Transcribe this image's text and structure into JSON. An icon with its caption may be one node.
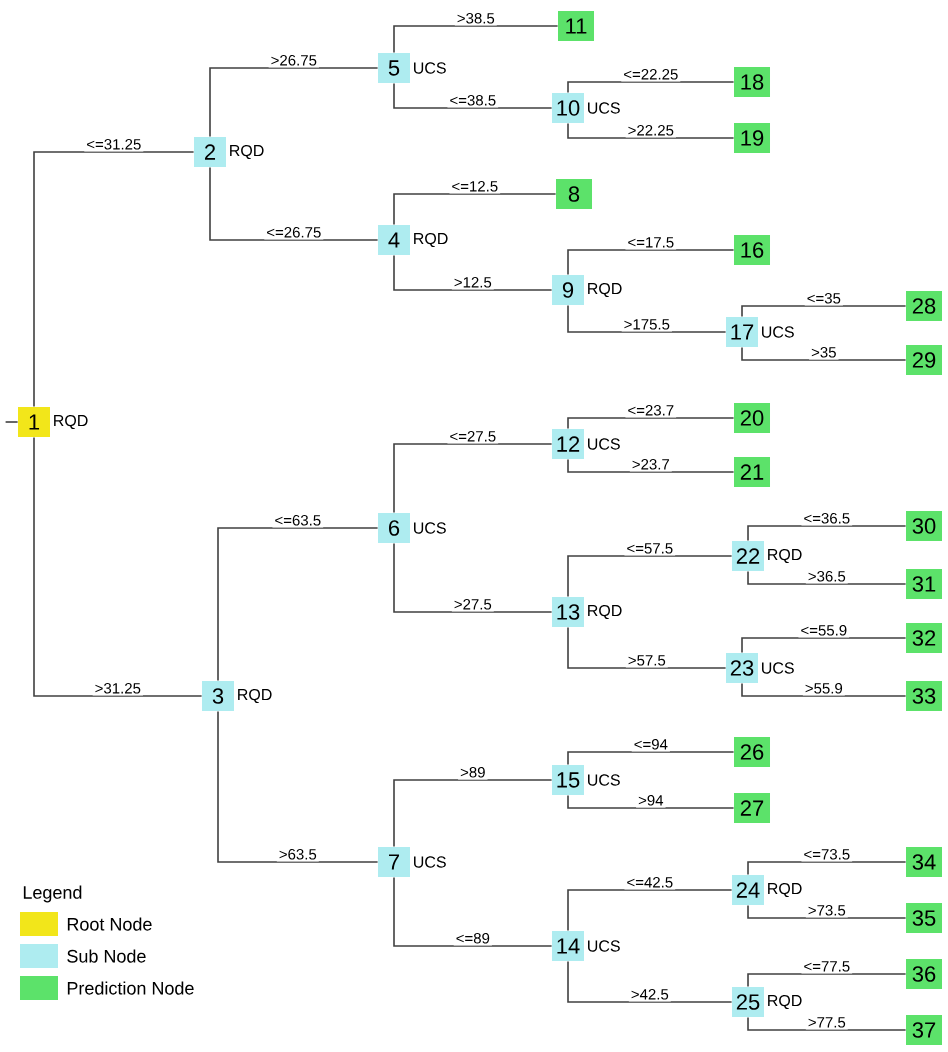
{
  "diagram": {
    "nodes": [
      {
        "text": [
          "1"
        ],
        "beside": [
          "RQD"
        ]
      },
      {
        "text": [
          "2"
        ],
        "beside": [
          "RQD"
        ]
      },
      {
        "text": [
          "3"
        ],
        "beside": [
          "RQD"
        ]
      },
      {
        "text": [
          "4"
        ],
        "beside": [
          "RQD"
        ]
      },
      {
        "text": [
          "5"
        ],
        "beside": [
          "UCS"
        ]
      },
      {
        "text": [
          "6"
        ],
        "beside": [
          "UCS"
        ]
      },
      {
        "text": [
          "7"
        ],
        "beside": [
          "UCS"
        ]
      },
      {
        "text": [
          "8"
        ]
      },
      {
        "text": [
          "9"
        ],
        "beside": [
          "RQD"
        ]
      },
      {
        "text": [
          "10"
        ],
        "beside": [
          "UCS"
        ]
      },
      {
        "text": [
          "11"
        ]
      },
      {
        "text": [
          "12"
        ],
        "beside": [
          "UCS"
        ]
      },
      {
        "text": [
          "13"
        ],
        "beside": [
          "RQD"
        ]
      },
      {
        "text": [
          "14"
        ],
        "beside": [
          "UCS"
        ]
      },
      {
        "text": [
          "15"
        ],
        "beside": [
          "UCS"
        ]
      },
      {
        "text": [
          "16"
        ]
      },
      {
        "text": [
          "17"
        ],
        "beside": [
          "UCS"
        ]
      },
      {
        "text": [
          "18"
        ]
      },
      {
        "text": [
          "19"
        ]
      },
      {
        "text": [
          "20"
        ]
      },
      {
        "text": [
          "21"
        ]
      },
      {
        "text": [
          "22"
        ],
        "beside": [
          "RQD"
        ]
      },
      {
        "text": [
          "23"
        ],
        "beside": [
          "UCS"
        ]
      },
      {
        "text": [
          "24"
        ],
        "beside": [
          "RQD"
        ]
      },
      {
        "text": [
          "25"
        ],
        "beside": [
          "RQD"
        ]
      },
      {
        "text": [
          "26"
        ]
      },
      {
        "text": [
          "27"
        ]
      },
      {
        "text": [
          "28"
        ]
      },
      {
        "text": [
          "29"
        ]
      },
      {
        "text": [
          "30"
        ]
      },
      {
        "text": [
          "31"
        ]
      },
      {
        "text": [
          "32"
        ]
      },
      {
        "text": [
          "33"
        ]
      },
      {
        "text": [
          "34"
        ]
      },
      {
        "text": [
          "35"
        ]
      },
      {
        "text": [
          "36"
        ]
      },
      {
        "text": [
          "37"
        ]
      }
    ],
    "edges": [
      {
        "from": null,
        "to": 0,
        "arrow": "none"
      },
      {
        "from": 0,
        "to": 1,
        "arrow": "none",
        "label": "<=31.25"
      },
      {
        "from": 0,
        "to": 2,
        "arrow": "none",
        "label": ">31.25"
      },
      {
        "from": 1,
        "to": 4,
        "arrow": "none",
        "label": ">26.75"
      },
      {
        "from": 1,
        "to": 3,
        "arrow": "none",
        "label": "<=26.75"
      },
      {
        "from": 4,
        "to": 10,
        "arrow": "none",
        "label": ">38.5"
      },
      {
        "from": 4,
        "to": 9,
        "arrow": "none",
        "label": "<=38.5"
      },
      {
        "from": 9,
        "to": 17,
        "arrow": "none",
        "label": "<=22.25"
      },
      {
        "from": 9,
        "to": 18,
        "arrow": "none",
        "label": ">22.25"
      },
      {
        "from": 3,
        "to": 7,
        "arrow": "none",
        "label": "<=12.5"
      },
      {
        "from": 3,
        "to": 8,
        "arrow": "none",
        "label": ">12.5"
      },
      {
        "from": 8,
        "to": 15,
        "arrow": "none",
        "label": "<=17.5"
      },
      {
        "from": 8,
        "to": 16,
        "arrow": "none",
        "label": ">175.5"
      },
      {
        "from": 16,
        "to": 27,
        "arrow": "none",
        "label": "<=35"
      },
      {
        "from": 16,
        "to": 28,
        "arrow": "none",
        "label": ">35"
      },
      {
        "from": 2,
        "to": 5,
        "arrow": "none",
        "label": "<=63.5"
      },
      {
        "from": 2,
        "to": 6,
        "arrow": "none",
        "label": ">63.5"
      },
      {
        "from": 5,
        "to": 11,
        "arrow": "none",
        "label": "<=27.5"
      },
      {
        "from": 5,
        "to": 12,
        "arrow": "none",
        "label": ">27.5"
      },
      {
        "from": 11,
        "to": 19,
        "arrow": "none",
        "label": "<=23.7"
      },
      {
        "from": 11,
        "to": 20,
        "arrow": "none",
        "label": ">23.7"
      },
      {
        "from": 12,
        "to": 21,
        "arrow": "none",
        "label": "<=57.5"
      },
      {
        "from": 12,
        "to": 22,
        "arrow": "none",
        "label": ">57.5"
      },
      {
        "from": 21,
        "to": 29,
        "arrow": "none",
        "label": "<=36.5"
      },
      {
        "from": 21,
        "to": 30,
        "arrow": "none",
        "label": ">36.5"
      },
      {
        "from": 22,
        "to": 31,
        "arrow": "none",
        "label": "<=55.9"
      },
      {
        "from": 22,
        "to": 32,
        "arrow": "none",
        "label": ">55.9"
      },
      {
        "from": 6,
        "to": 14,
        "arrow": "none",
        "label": ">89"
      },
      {
        "from": 6,
        "to": 13,
        "arrow": "none",
        "label": "<=89"
      },
      {
        "from": 14,
        "to": 25,
        "arrow": "none",
        "label": "<=94"
      },
      {
        "from": 14,
        "to": 26,
        "arrow": "none",
        "label": ">94"
      },
      {
        "from": 13,
        "to": 23,
        "arrow": "none",
        "label": "<=42.5"
      },
      {
        "from": 13,
        "to": 24,
        "arrow": "none",
        "label": ">42.5"
      },
      {
        "from": 23,
        "to": 33,
        "arrow": "none",
        "label": "<=73.5"
      },
      {
        "from": 23,
        "to": 34,
        "arrow": "none",
        "label": ">73.5"
      },
      {
        "from": 24,
        "to": 35,
        "arrow": "none",
        "label": "<=77.5"
      },
      {
        "from": 24,
        "to": 36,
        "arrow": "none",
        "label": ">77.5"
      }
    ],
    "labels": [
      "Legend"
    ],
    "legend": [
      {
        "text": "Root Node",
        "color": "#f2e61a"
      },
      {
        "text": "Sub Node",
        "color": "#aeecf0"
      },
      {
        "text": "Prediction Node",
        "color": "#5ce26a"
      }
    ]
  }
}
